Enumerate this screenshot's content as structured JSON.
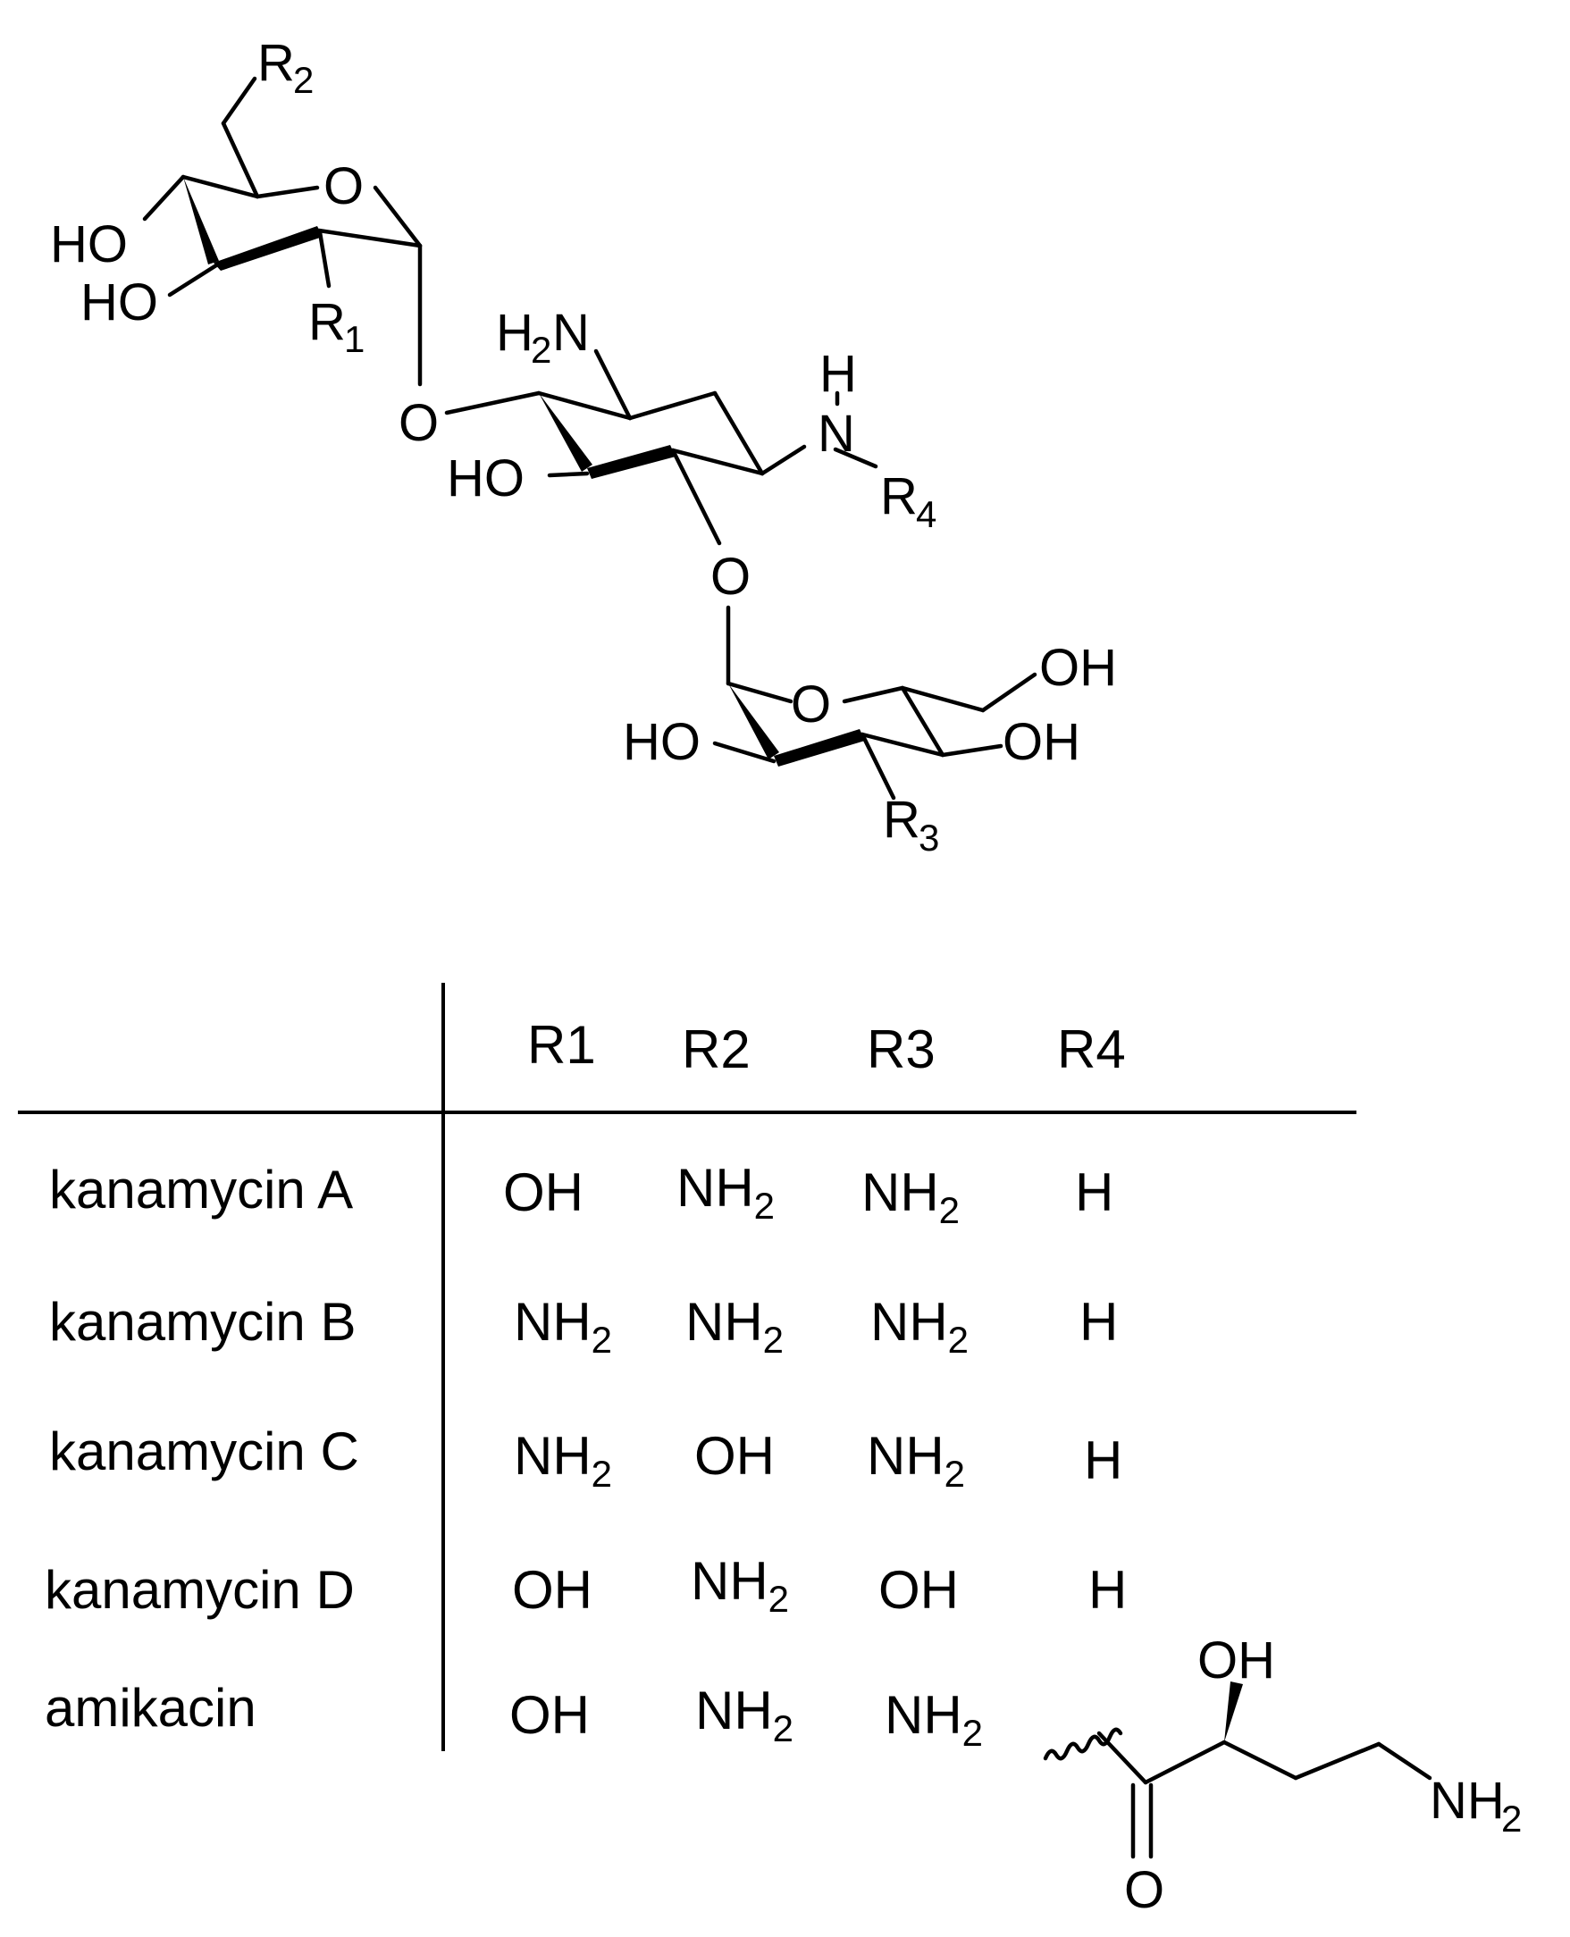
{
  "structure": {
    "top_sugar": {
      "r2": "R",
      "r2_sub": "2",
      "ring_o": "O",
      "ho_upper": "HO",
      "ho_lower": "HO",
      "r1": "R",
      "r1_sub": "1"
    },
    "linker_o_upper": "O",
    "central_ring": {
      "h2n": "H",
      "h2n_sub": "2",
      "h2n_n": "N",
      "ho": "HO",
      "nh_h": "H",
      "nh_n": "N",
      "r4": "R",
      "r4_sub": "4"
    },
    "linker_o_lower": "O",
    "bottom_sugar": {
      "ring_o": "O",
      "oh_upper": "OH",
      "oh_lower": "OH",
      "ho": "HO",
      "r3": "R",
      "r3_sub": "3"
    }
  },
  "table": {
    "headers": [
      "R1",
      "R2",
      "R3",
      "R4"
    ],
    "rows": [
      {
        "name": "kanamycin A",
        "cells": [
          {
            "main": "OH",
            "sub": ""
          },
          {
            "main": "NH",
            "sub": "2"
          },
          {
            "main": "NH",
            "sub": "2"
          },
          {
            "main": "H",
            "sub": ""
          }
        ]
      },
      {
        "name": "kanamycin B",
        "cells": [
          {
            "main": "NH",
            "sub": "2"
          },
          {
            "main": "NH",
            "sub": "2"
          },
          {
            "main": "NH",
            "sub": "2"
          },
          {
            "main": "H",
            "sub": ""
          }
        ]
      },
      {
        "name": "kanamycin C",
        "cells": [
          {
            "main": "NH",
            "sub": "2"
          },
          {
            "main": "OH",
            "sub": ""
          },
          {
            "main": "NH",
            "sub": "2"
          },
          {
            "main": "H",
            "sub": ""
          }
        ]
      },
      {
        "name": "kanamycin D",
        "cells": [
          {
            "main": "OH",
            "sub": ""
          },
          {
            "main": "NH",
            "sub": "2"
          },
          {
            "main": "OH",
            "sub": ""
          },
          {
            "main": "H",
            "sub": ""
          }
        ]
      },
      {
        "name": "amikacin",
        "cells": [
          {
            "main": "OH",
            "sub": ""
          },
          {
            "main": "NH",
            "sub": "2"
          },
          {
            "main": "NH",
            "sub": "2"
          }
        ]
      }
    ]
  },
  "amikacin_side_chain": {
    "oh": "OH",
    "carbonyl_o": "O",
    "nh2": "NH",
    "nh2_sub": "2"
  }
}
